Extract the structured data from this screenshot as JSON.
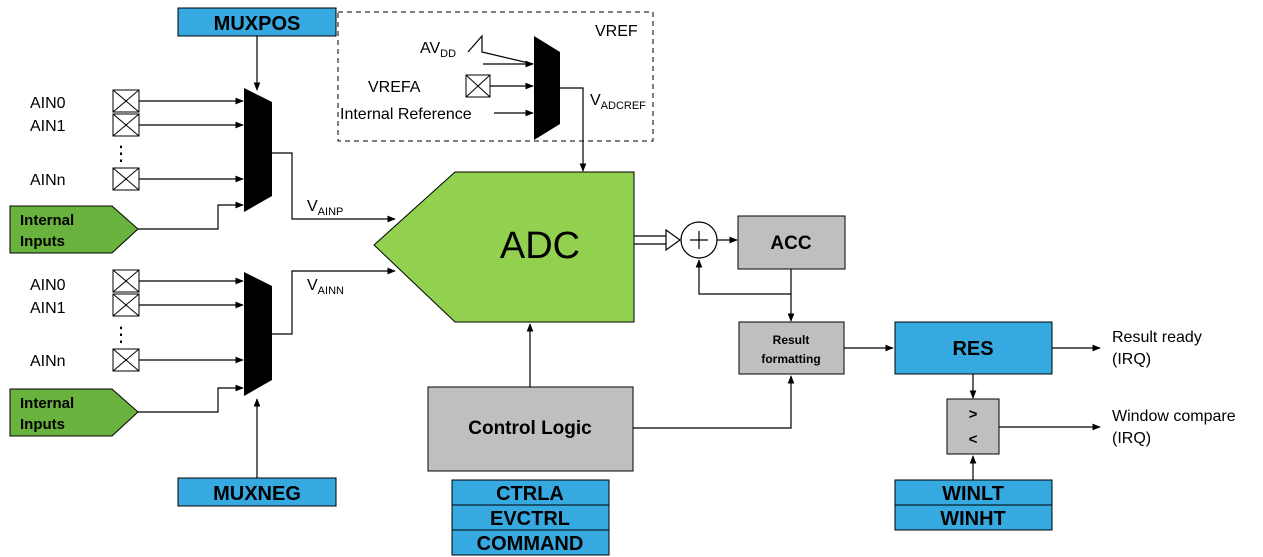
{
  "registers": {
    "muxpos": "MUXPOS",
    "muxneg": "MUXNEG",
    "ctrla": "CTRLA",
    "evctrl": "EVCTRL",
    "command": "COMMAND",
    "res": "RES",
    "winlt": "WINLT",
    "winht": "WINHT"
  },
  "inputs_top": {
    "ain0": "AIN0",
    "ain1": "AIN1",
    "ainn": "AINn",
    "dots": "⋮"
  },
  "inputs_bottom": {
    "ain0": "AIN0",
    "ain1": "AIN1",
    "ainn": "AINn",
    "dots": "⋮"
  },
  "internal_inputs": {
    "line1": "Internal",
    "line2": "Inputs"
  },
  "vref_block": {
    "title": "VREF",
    "avdd_main": "AV",
    "avdd_sub": "DD",
    "vrefa": "VREFA",
    "internal_reference": "Internal Reference",
    "vadcref_main": "V",
    "vadcref_sub": "ADCREF"
  },
  "signals": {
    "vainp_main": "V",
    "vainp_sub": "AINP",
    "vainn_main": "V",
    "vainn_sub": "AINN"
  },
  "adc_label": "ADC",
  "acc_label": "ACC",
  "result_formatting": {
    "line1": "Result",
    "line2": "formatting"
  },
  "control_logic": "Control Logic",
  "comparator": {
    "gt": ">",
    "lt": "<"
  },
  "outputs": {
    "result_ready": "Result ready",
    "result_irq": "(IRQ)",
    "window_compare": "Window compare",
    "window_irq": "(IRQ)"
  },
  "colors": {
    "register_blue": "#36a9e1",
    "adc_green": "#92d050",
    "input_green": "#6ab23e",
    "block_gray": "#bfbfbf"
  }
}
